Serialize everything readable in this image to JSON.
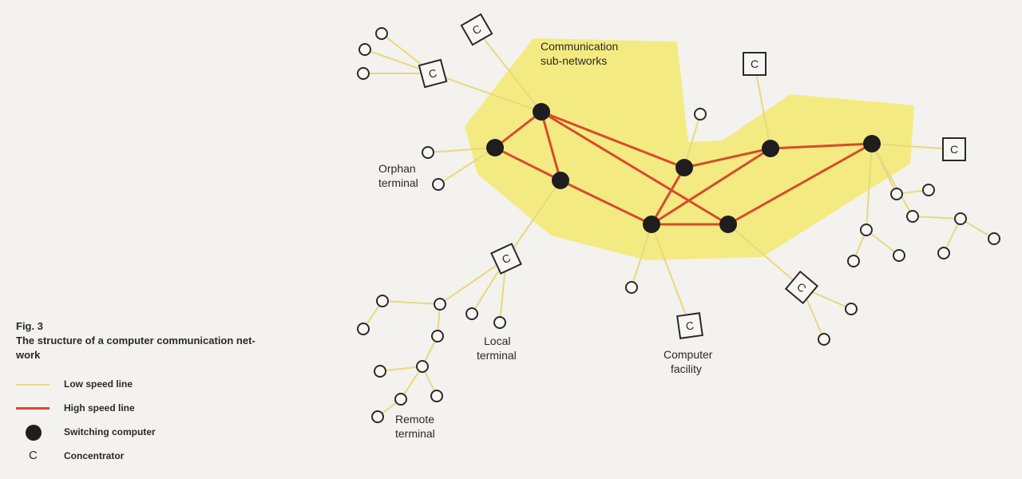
{
  "labels": {
    "subnetworks": [
      "Communication",
      "sub-networks"
    ],
    "orphan": [
      "Orphan",
      "terminal"
    ],
    "local": [
      "Local",
      "terminal"
    ],
    "remote": [
      "Remote",
      "terminal"
    ],
    "facility": [
      "Computer",
      "facility"
    ]
  },
  "caption": {
    "fig": "Fig. 3",
    "title_line1": "The structure of a computer communication net-",
    "title_line2": "work"
  },
  "legend": {
    "low_speed": "Low speed line",
    "high_speed": "High speed line",
    "switching": "Switching computer",
    "concentrator_symbol": "C",
    "concentrator": "Concentrator"
  },
  "concentrator_letter": "C",
  "colors": {
    "background": "#f3f2ee",
    "subnetwork_fill": "#f2ea6e",
    "low_speed": "#e8d880",
    "high_speed": "#d94a2a",
    "switch": "#1e1e1e",
    "terminal_stroke": "#2a2a2a"
  }
}
